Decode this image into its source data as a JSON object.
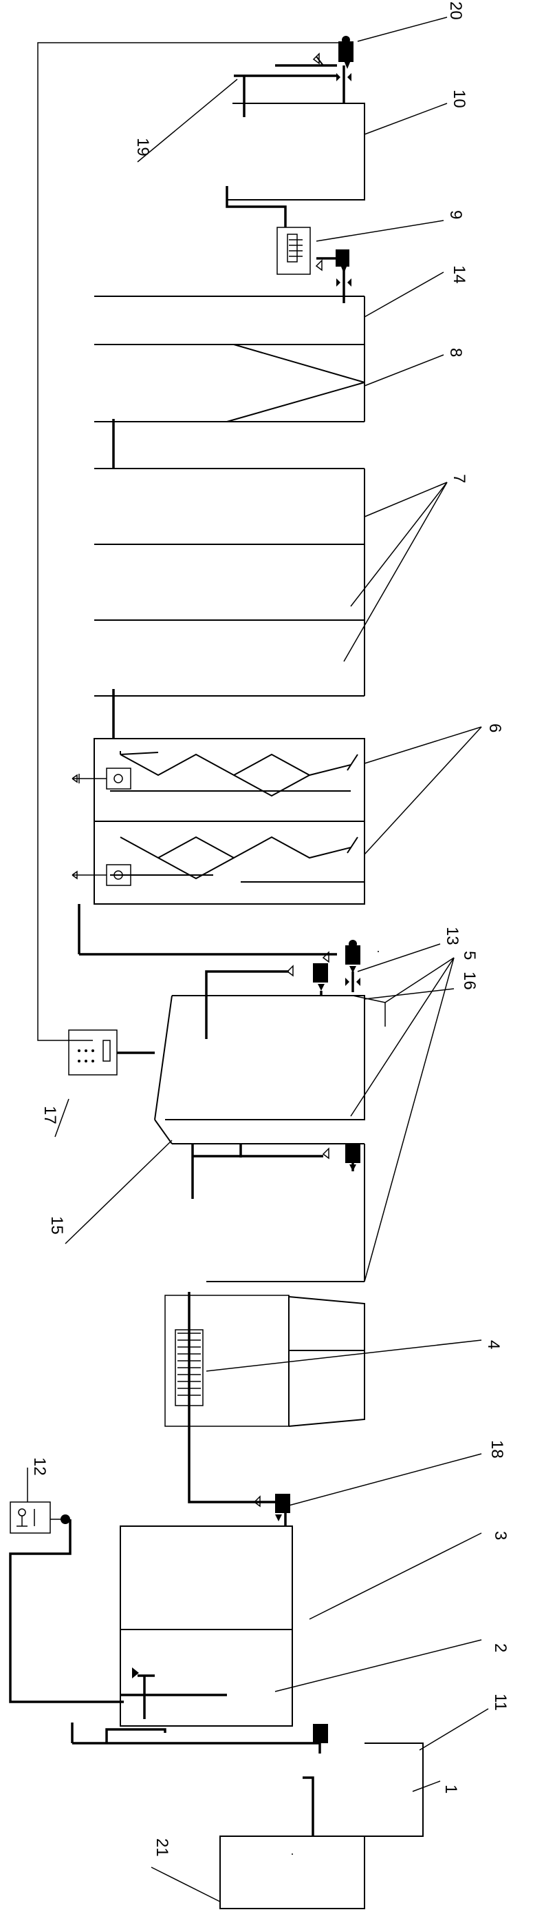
{
  "labels": [
    {
      "key": "l1",
      "text": "1"
    },
    {
      "key": "l2",
      "text": "2"
    },
    {
      "key": "l3",
      "text": "3"
    },
    {
      "key": "l4",
      "text": "4"
    },
    {
      "key": "l5",
      "text": "5"
    },
    {
      "key": "l6",
      "text": "6"
    },
    {
      "key": "l7",
      "text": "7"
    },
    {
      "key": "l8",
      "text": "8"
    },
    {
      "key": "l9",
      "text": "9"
    },
    {
      "key": "l10",
      "text": "10"
    },
    {
      "key": "l11",
      "text": "11"
    },
    {
      "key": "l12",
      "text": "12"
    },
    {
      "key": "l13",
      "text": "13"
    },
    {
      "key": "l14",
      "text": "14"
    },
    {
      "key": "l15",
      "text": "15"
    },
    {
      "key": "l16",
      "text": "16"
    },
    {
      "key": "l17",
      "text": "17"
    },
    {
      "key": "l18",
      "text": "18"
    },
    {
      "key": "l19",
      "text": "19"
    },
    {
      "key": "l20",
      "text": "20"
    },
    {
      "key": "l21",
      "text": "21"
    }
  ],
  "icons": [
    "pump-icon",
    "valve-icon",
    "mixer-icon",
    "aerator-icon"
  ]
}
